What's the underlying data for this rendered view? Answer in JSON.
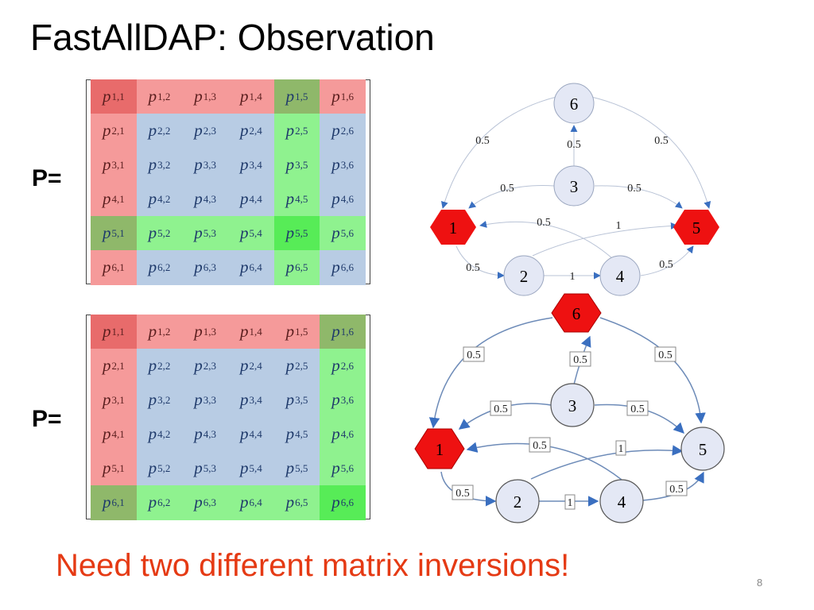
{
  "title": "FastAllDAP: Observation",
  "p_label": "P=",
  "footer": "Need two different matrix inversions!",
  "page_number": "8",
  "colors": {
    "red_band": "#f59a9a",
    "red_corner": "#e86b6b",
    "green_band": "#8ff28f",
    "green_bright": "#57ec57",
    "olive": "#8fb86a",
    "blue_body": "#b8cce4",
    "node_fill": "#e4e8f5",
    "node_red": "#ee1111",
    "edge": "#6d8bb8",
    "arrow": "#3a6fc0"
  },
  "matrices": [
    {
      "red_row": 1,
      "red_col": 1,
      "green_row": 5,
      "green_col": 5,
      "cells": [
        [
          "p",
          "1,1"
        ],
        [
          "p",
          "1,2"
        ],
        [
          "p",
          "1,3"
        ],
        [
          "p",
          "1,4"
        ],
        [
          "p",
          "1,5"
        ],
        [
          "p",
          "1,6"
        ],
        [
          "p",
          "2,1"
        ],
        [
          "p",
          "2,2"
        ],
        [
          "p",
          "2,3"
        ],
        [
          "p",
          "2,4"
        ],
        [
          "p",
          "2,5"
        ],
        [
          "p",
          "2,6"
        ],
        [
          "p",
          "3,1"
        ],
        [
          "p",
          "3,2"
        ],
        [
          "p",
          "3,3"
        ],
        [
          "p",
          "3,4"
        ],
        [
          "p",
          "3,5"
        ],
        [
          "p",
          "3,6"
        ],
        [
          "p",
          "4,1"
        ],
        [
          "p",
          "4,2"
        ],
        [
          "p",
          "4,3"
        ],
        [
          "p",
          "4,4"
        ],
        [
          "p",
          "4,5"
        ],
        [
          "p",
          "4,6"
        ],
        [
          "p",
          "5,1"
        ],
        [
          "p",
          "5,2"
        ],
        [
          "p",
          "5,3"
        ],
        [
          "p",
          "5,4"
        ],
        [
          "p",
          "5,5"
        ],
        [
          "p",
          "5,6"
        ],
        [
          "p",
          "6,1"
        ],
        [
          "p",
          "6,2"
        ],
        [
          "p",
          "6,3"
        ],
        [
          "p",
          "6,4"
        ],
        [
          "p",
          "6,5"
        ],
        [
          "p",
          "6,6"
        ]
      ]
    },
    {
      "red_row": 1,
      "red_col": 1,
      "green_row": 6,
      "green_col": 6,
      "cells": [
        [
          "p",
          "1,1"
        ],
        [
          "p",
          "1,2"
        ],
        [
          "p",
          "1,3"
        ],
        [
          "p",
          "1,4"
        ],
        [
          "p",
          "1,5"
        ],
        [
          "p",
          "1,6"
        ],
        [
          "p",
          "2,1"
        ],
        [
          "p",
          "2,2"
        ],
        [
          "p",
          "2,3"
        ],
        [
          "p",
          "2,4"
        ],
        [
          "p",
          "2,5"
        ],
        [
          "p",
          "2,6"
        ],
        [
          "p",
          "3,1"
        ],
        [
          "p",
          "3,2"
        ],
        [
          "p",
          "3,3"
        ],
        [
          "p",
          "3,4"
        ],
        [
          "p",
          "3,5"
        ],
        [
          "p",
          "3,6"
        ],
        [
          "p",
          "4,1"
        ],
        [
          "p",
          "4,2"
        ],
        [
          "p",
          "4,3"
        ],
        [
          "p",
          "4,4"
        ],
        [
          "p",
          "4,5"
        ],
        [
          "p",
          "4,6"
        ],
        [
          "p",
          "5,1"
        ],
        [
          "p",
          "5,2"
        ],
        [
          "p",
          "5,3"
        ],
        [
          "p",
          "5,4"
        ],
        [
          "p",
          "5,5"
        ],
        [
          "p",
          "5,6"
        ],
        [
          "p",
          "6,1"
        ],
        [
          "p",
          "6,2"
        ],
        [
          "p",
          "6,3"
        ],
        [
          "p",
          "6,4"
        ],
        [
          "p",
          "6,5"
        ],
        [
          "p",
          "6,6"
        ]
      ]
    }
  ],
  "graphs": [
    {
      "absorbing": [
        "1",
        "5"
      ],
      "nodes": [
        "6",
        "3",
        "1",
        "5",
        "2",
        "4"
      ],
      "edge_weights": {
        "6_to_1": "0.5",
        "6_to_5": "0.5",
        "3_to_6": "0.5",
        "3_to_1": "0.5",
        "3_to_5": "0.5",
        "4_to_1": "0.5",
        "2_to_5": "1",
        "1_to_2": "0.5",
        "2_to_4": "1",
        "4_to_5": "0.5"
      }
    },
    {
      "absorbing": [
        "6",
        "1"
      ],
      "nodes": [
        "6",
        "3",
        "1",
        "5",
        "2",
        "4"
      ],
      "edge_weights": {
        "6_to_1": "0.5",
        "6_to_5": "0.5",
        "3_to_6": "0.5",
        "3_to_1": "0.5",
        "3_to_5": "0.5",
        "4_to_1": "0.5",
        "2_to_5": "1",
        "1_to_2": "0.5",
        "2_to_4": "1",
        "4_to_5": "0.5"
      }
    }
  ]
}
